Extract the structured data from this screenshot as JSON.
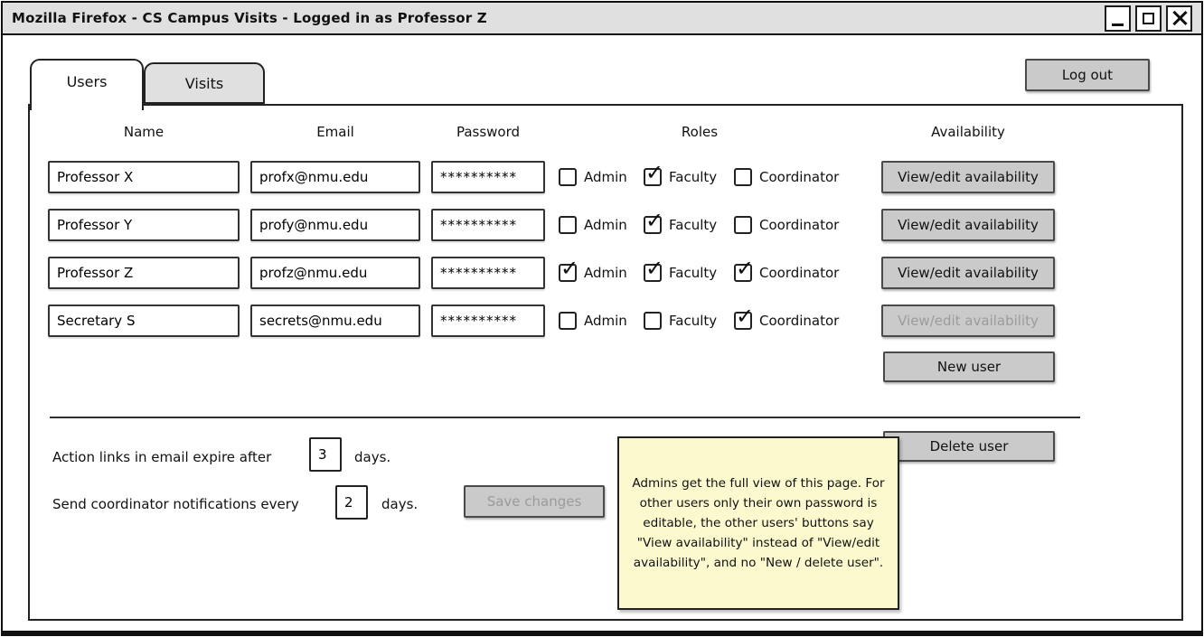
{
  "window": {
    "title": "Mozilla Firefox - CS Campus Visits - Logged in as Professor Z",
    "controls": [
      "minimize",
      "maximize",
      "close"
    ]
  },
  "tabs": [
    {
      "label": "Users",
      "active": true
    },
    {
      "label": "Visits",
      "active": false
    }
  ],
  "logout_label": "Log out",
  "table": {
    "headers": {
      "name": "Name",
      "email": "Email",
      "password": "Password",
      "roles": "Roles",
      "availability": "Availability"
    },
    "role_labels": {
      "admin": "Admin",
      "faculty": "Faculty",
      "coordinator": "Coordinator"
    },
    "availability_button_label": "View/edit availability",
    "rows": [
      {
        "name": "Professor X",
        "email": "profx@nmu.edu",
        "password": "**********",
        "admin": false,
        "faculty": true,
        "coordinator": false,
        "availability_enabled": true
      },
      {
        "name": "Professor Y",
        "email": "profy@nmu.edu",
        "password": "**********",
        "admin": false,
        "faculty": true,
        "coordinator": false,
        "availability_enabled": true
      },
      {
        "name": "Professor Z",
        "email": "profz@nmu.edu",
        "password": "**********",
        "admin": true,
        "faculty": true,
        "coordinator": true,
        "availability_enabled": true
      },
      {
        "name": "Secretary S",
        "email": "secrets@nmu.edu",
        "password": "**********",
        "admin": false,
        "faculty": false,
        "coordinator": true,
        "availability_enabled": false
      }
    ]
  },
  "buttons": {
    "new_user": "New user",
    "delete_user": "Delete user",
    "save_changes": "Save changes"
  },
  "settings": {
    "expire": {
      "prefix": "Action links in email expire after",
      "value": "3",
      "suffix": "days."
    },
    "notify": {
      "prefix": "Send coordinator notifications every",
      "value": "2",
      "suffix": "days."
    }
  },
  "note": {
    "text": "Admins get the full view of this page. For other users only their own password is editable, the other users' buttons say \"View availability\" instead of \"View/edit availability\", and no \"New / delete user\"."
  },
  "colors": {
    "titlebar_bg": "#e0e0e0",
    "tab_inactive_bg": "#e0e0e0",
    "button_bg": "#cacaca",
    "note_bg": "#fbf9cd",
    "disabled_text": "#9b9b9b"
  }
}
